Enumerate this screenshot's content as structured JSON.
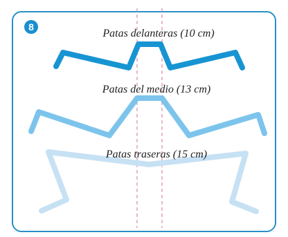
{
  "step_number": "8",
  "labels": {
    "front_legs": "Patas delanteras (10 cm)",
    "middle_legs": "Patas del medio (13 cm)",
    "back_legs": "Patas traseras (15 cm)"
  },
  "colors": {
    "border": "#2a8fc7",
    "badge": "#1a8fd0",
    "front_legs": "#1794d2",
    "middle_legs": "#7dc4ec",
    "back_legs": "#c7e1f4",
    "center_guides": "#d98aa6"
  }
}
